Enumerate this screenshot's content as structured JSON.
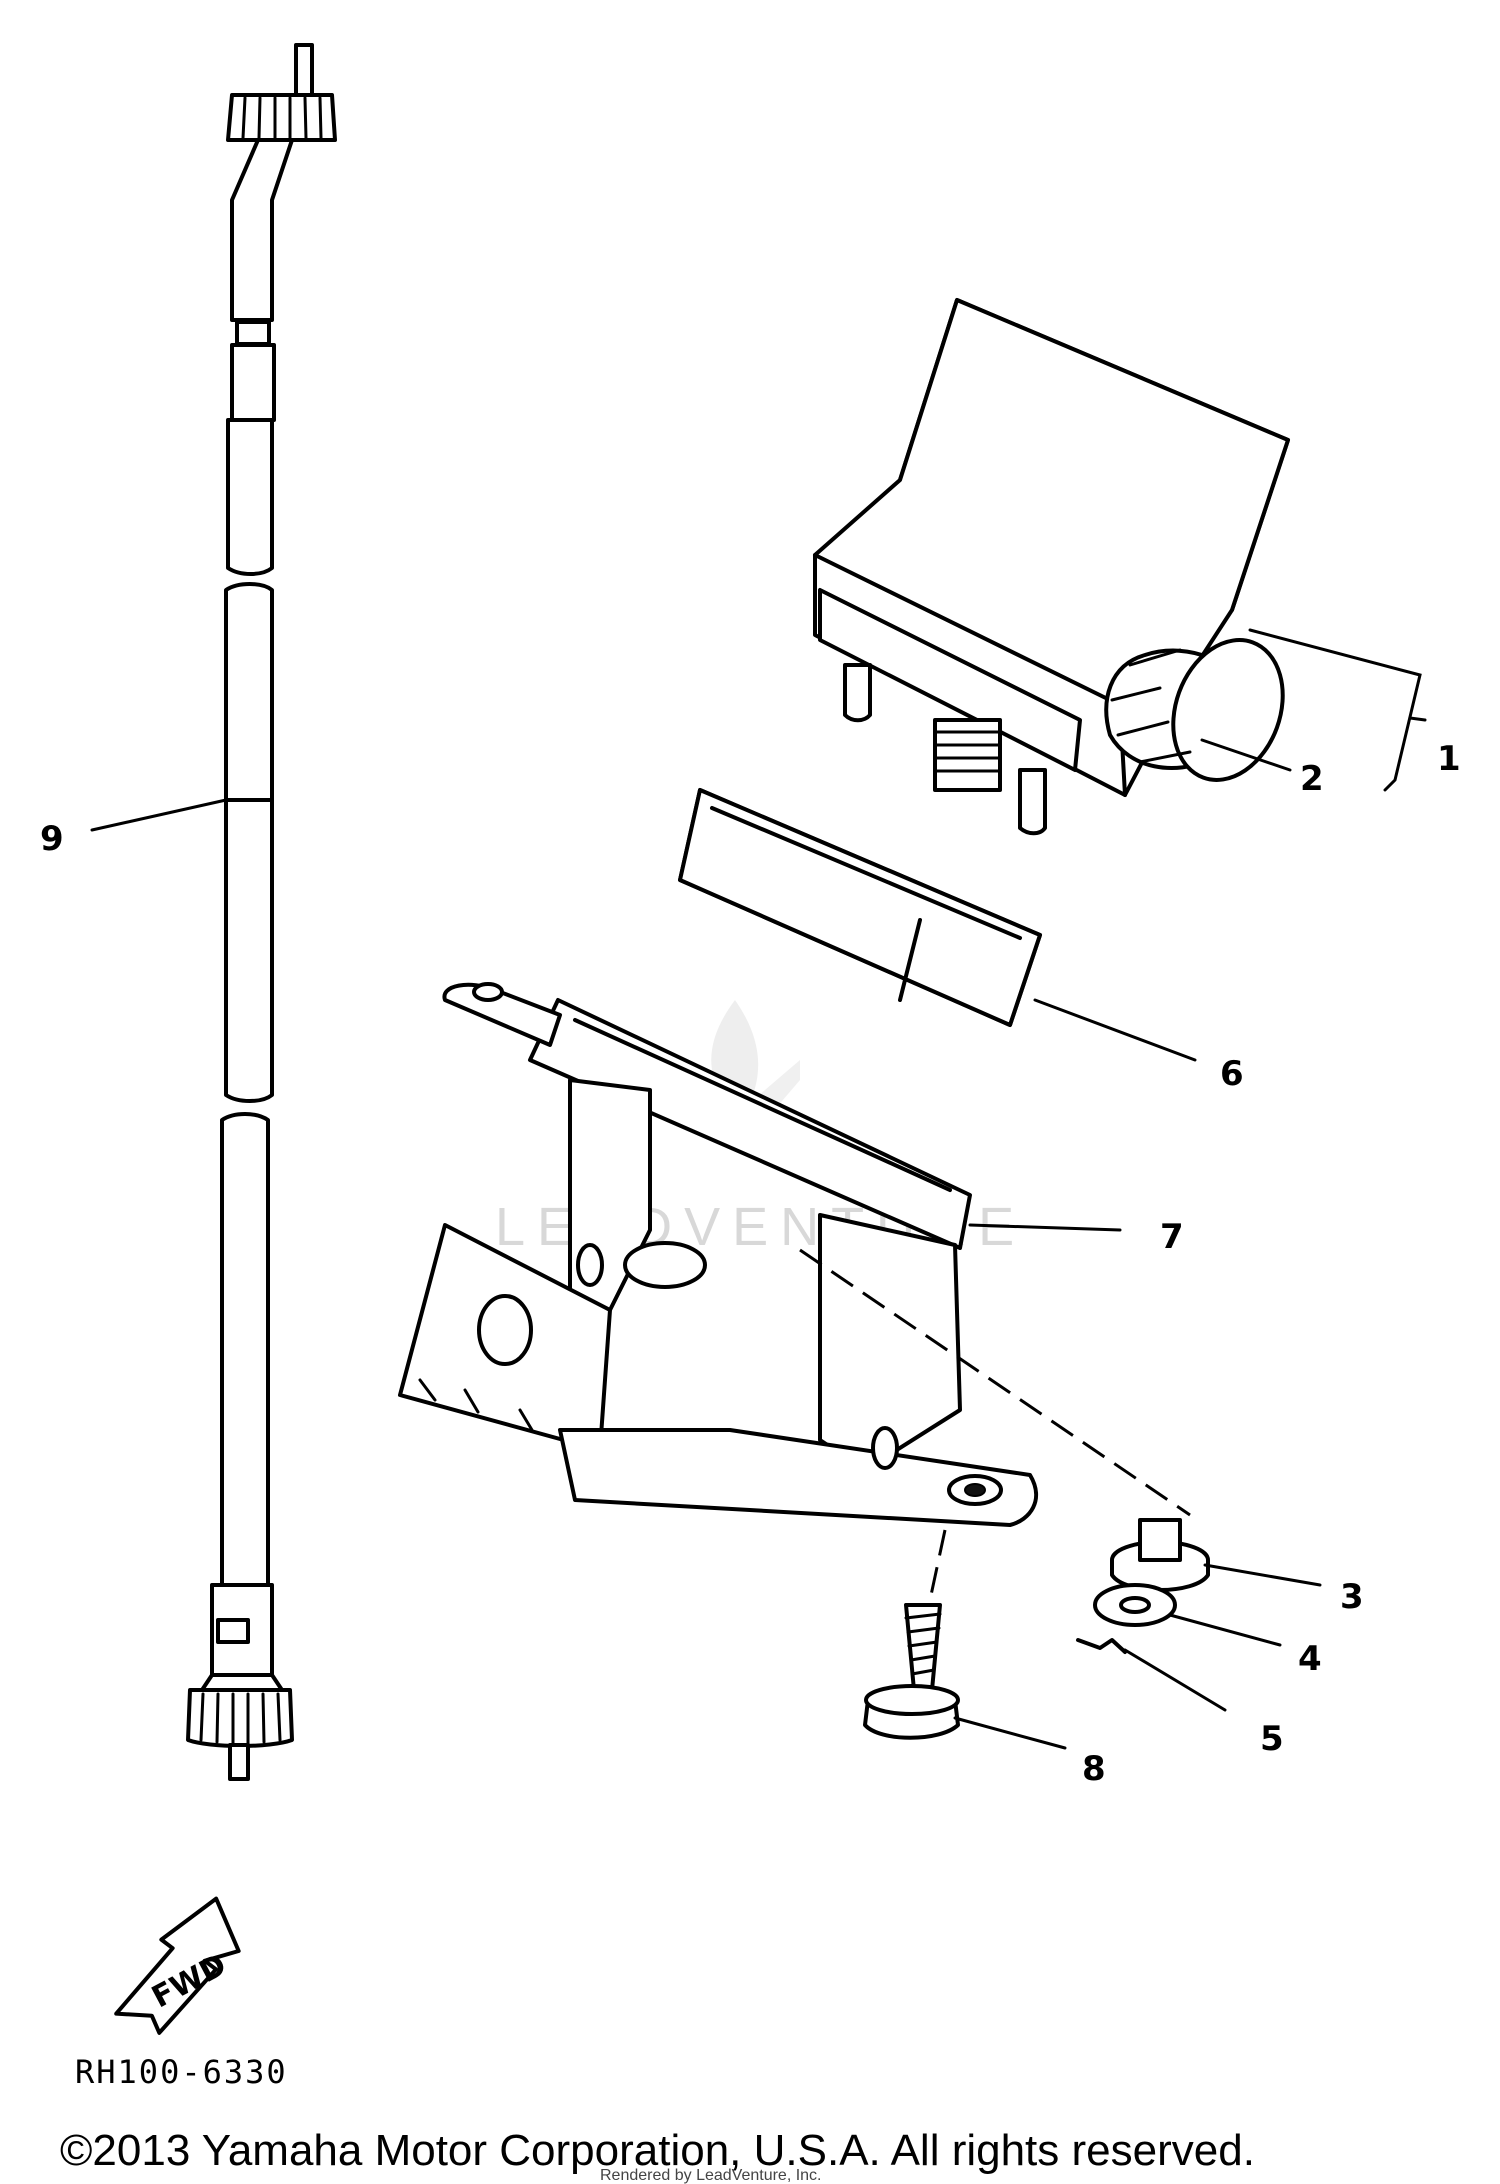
{
  "callouts": [
    {
      "id": "callout-1",
      "label": "1"
    },
    {
      "id": "callout-2",
      "label": "2"
    },
    {
      "id": "callout-3",
      "label": "3"
    },
    {
      "id": "callout-4",
      "label": "4"
    },
    {
      "id": "callout-5",
      "label": "5"
    },
    {
      "id": "callout-6",
      "label": "6"
    },
    {
      "id": "callout-7",
      "label": "7"
    },
    {
      "id": "callout-8",
      "label": "8"
    },
    {
      "id": "callout-9",
      "label": "9"
    }
  ],
  "direction_arrow": {
    "label": "FWD"
  },
  "diagram_code": "RH100-6330",
  "watermark": {
    "text": "LEADVENTURE"
  },
  "footer": {
    "copyright": "©2013 Yamaha Motor Corporation, U.S.A. All rights reserved.",
    "rendered_by": "Rendered by LeadVenture, Inc."
  }
}
